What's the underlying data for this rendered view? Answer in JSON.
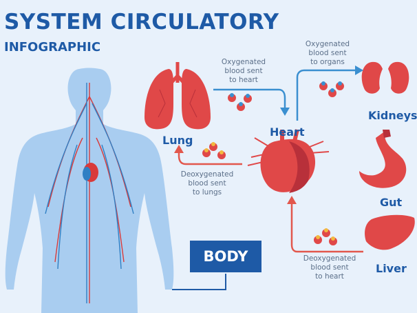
{
  "title": {
    "line1": "SYSTEM CIRCULATORY",
    "line2": "INFOGRAPHIC"
  },
  "organs": {
    "lung": "Lung",
    "heart": "Heart",
    "kidneys": "Kidneys",
    "gut": "Gut",
    "liver": "Liver"
  },
  "notes": {
    "to_heart_top": [
      "Oxygenated",
      "blood sent",
      "to heart"
    ],
    "to_organs": [
      "Oxygenated",
      "blood sent",
      "to organs"
    ],
    "to_lungs": [
      "Deoxygenated",
      "blood sent",
      "to lungs"
    ],
    "to_heart_bottom": [
      "Deoxygenated",
      "blood sent",
      "to heart"
    ]
  },
  "body_label": "BODY",
  "colors": {
    "title": "#1e5aa6",
    "arrow_blue": "#3a8fd0",
    "arrow_red": "#e2574c",
    "organ": "#e04848",
    "organ_dark": "#b8303a",
    "body": "#a9cdf0"
  }
}
